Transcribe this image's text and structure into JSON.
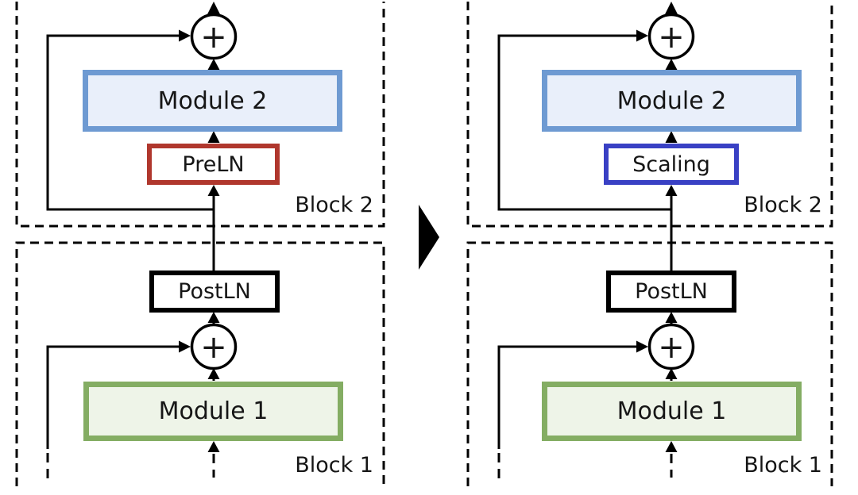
{
  "symbols": {
    "plus": "+"
  },
  "colors": {
    "module2_border": "#6e9ad2",
    "module2_fill": "#e9effa",
    "module1_border": "#84ad63",
    "module1_fill": "#eef4e8",
    "preln_border": "#b0372d",
    "scaling_border": "#3940c4",
    "postln_border": "#000000",
    "line": "#000000"
  },
  "panels": {
    "left": {
      "block2": {
        "label": "Block 2",
        "module": "Module 2",
        "norm": "PreLN"
      },
      "block1": {
        "label": "Block 1",
        "module": "Module 1",
        "norm": "PostLN"
      }
    },
    "right": {
      "block2": {
        "label": "Block 2",
        "module": "Module 2",
        "norm": "Scaling"
      },
      "block1": {
        "label": "Block 1",
        "module": "Module 1",
        "norm": "PostLN"
      }
    }
  }
}
